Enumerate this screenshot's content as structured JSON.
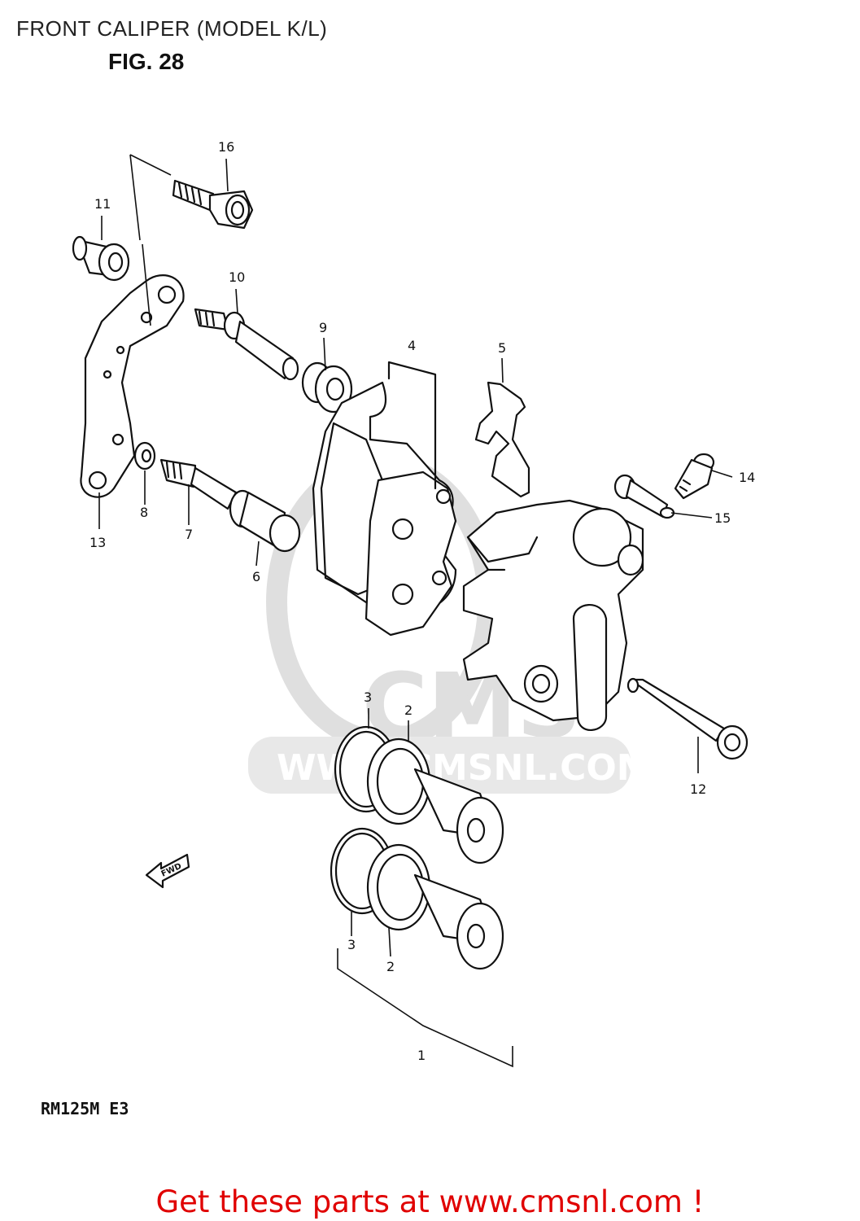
{
  "title": "FRONT CALIPER (MODEL K/L)",
  "figure": "FIG. 28",
  "model_code": "RM125M  E3",
  "promo": "Get these parts at www.cmsnl.com !",
  "watermark": {
    "logo_text": "CMS",
    "url_text": "WWW.CMSNL.COM"
  },
  "callouts": [
    {
      "id": "16",
      "text": "16"
    },
    {
      "id": "11",
      "text": "11"
    },
    {
      "id": "10",
      "text": "10"
    },
    {
      "id": "9",
      "text": "9"
    },
    {
      "id": "4",
      "text": "4"
    },
    {
      "id": "5",
      "text": "5"
    },
    {
      "id": "14",
      "text": "14"
    },
    {
      "id": "15",
      "text": "15"
    },
    {
      "id": "13",
      "text": "13"
    },
    {
      "id": "8",
      "text": "8"
    },
    {
      "id": "7",
      "text": "7"
    },
    {
      "id": "6",
      "text": "6"
    },
    {
      "id": "12",
      "text": "12"
    },
    {
      "id": "3a",
      "text": "3"
    },
    {
      "id": "2a",
      "text": "2"
    },
    {
      "id": "3b",
      "text": "3"
    },
    {
      "id": "2b",
      "text": "2"
    },
    {
      "id": "1",
      "text": "1"
    }
  ],
  "fwd_label": "FWD",
  "colors": {
    "ink": "#111111",
    "promo": "#e00000",
    "watermark": "#d8d8d8"
  }
}
